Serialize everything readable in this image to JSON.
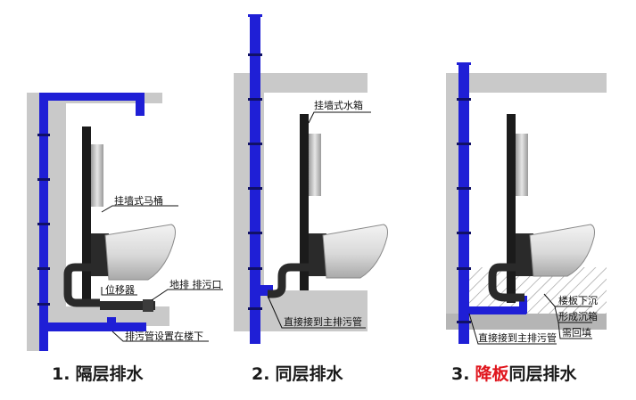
{
  "colors": {
    "pipe_blue": "#1f1fd6",
    "wall_gray": "#c9c9c9",
    "slab_gray": "#b5b5b5",
    "drain_black": "#2a2a2a",
    "accent_red": "#e0141c",
    "text": "#111111"
  },
  "panels": [
    {
      "caption_number": "1.",
      "caption_text": "隔层排水",
      "labels": {
        "toilet": "挂墙式马桶",
        "shifter": "位移器",
        "floor_drain": "地排 排污口",
        "pipe_below": "排污管设置在楼下"
      }
    },
    {
      "caption_number": "2.",
      "caption_text": "同层排水",
      "labels": {
        "tank": "挂墙式水箱",
        "direct": "直接接到主排污管"
      }
    },
    {
      "caption_number": "3.",
      "caption_highlight": "降板",
      "caption_text": "同层排水",
      "labels": {
        "direct": "直接接到主排污管",
        "slab_lower": "楼板下沉",
        "form_box": "形成沉箱",
        "backfill": "需回填"
      }
    }
  ]
}
